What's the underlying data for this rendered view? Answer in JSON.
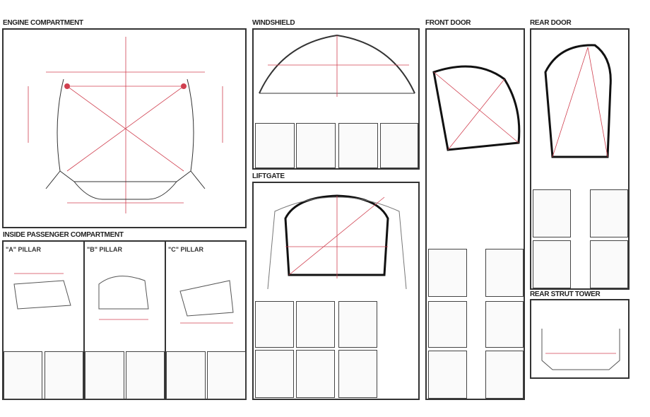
{
  "sections": {
    "engine": "ENGINE COMPARTMENT",
    "windshield": "WINDSHIELD",
    "front_door": "FRONT DOOR",
    "rear_door": "REAR DOOR",
    "liftgate": "LIFTGATE",
    "inside": "INSIDE PASSENGER COMPARTMENT",
    "rear_strut": "REAR STRUT TOWER"
  },
  "pillars": {
    "a": "\"A\" PILLAR",
    "b": "\"B\" PILLAR",
    "c": "\"C\" PILLAR"
  },
  "colors": {
    "dimension": "#d04050",
    "line": "#333333"
  }
}
